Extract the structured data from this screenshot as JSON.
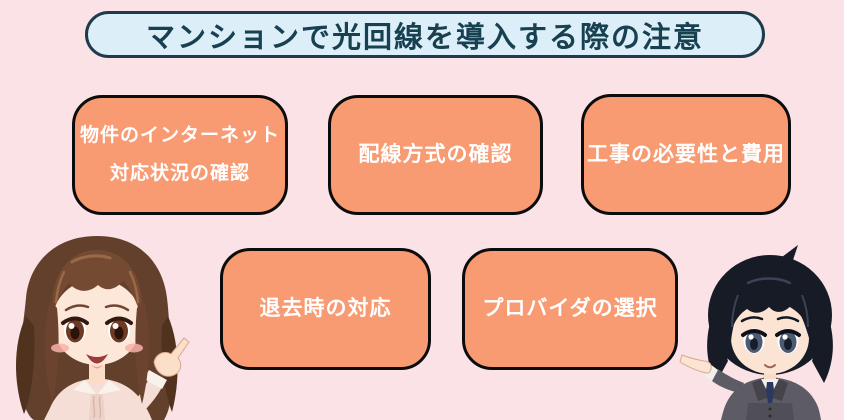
{
  "title": {
    "text": "マンションで光回線を導入する際の注意"
  },
  "boxes": {
    "items": [
      {
        "label": "物件のインターネット\n対応状況の確認"
      },
      {
        "label": "配線方式の確認"
      },
      {
        "label": "工事の必要性と費用"
      },
      {
        "label": "退去時の対応"
      },
      {
        "label": "プロバイダの選択"
      }
    ]
  },
  "characters": {
    "left": {
      "description": "brown-haired woman in pink frilled blouse pointing up to the right"
    },
    "right": {
      "description": "black-haired man in gray suit and navy tie pointing to the left"
    }
  },
  "colors": {
    "page-bg": "#fbe2e7",
    "banner-fill": "#dceef8",
    "banner-border": "#1d3b4c",
    "banner-text": "#174050",
    "box-fill": "#f89b73",
    "box-border": "#0c0c0c",
    "box-text": "#ffffff"
  }
}
